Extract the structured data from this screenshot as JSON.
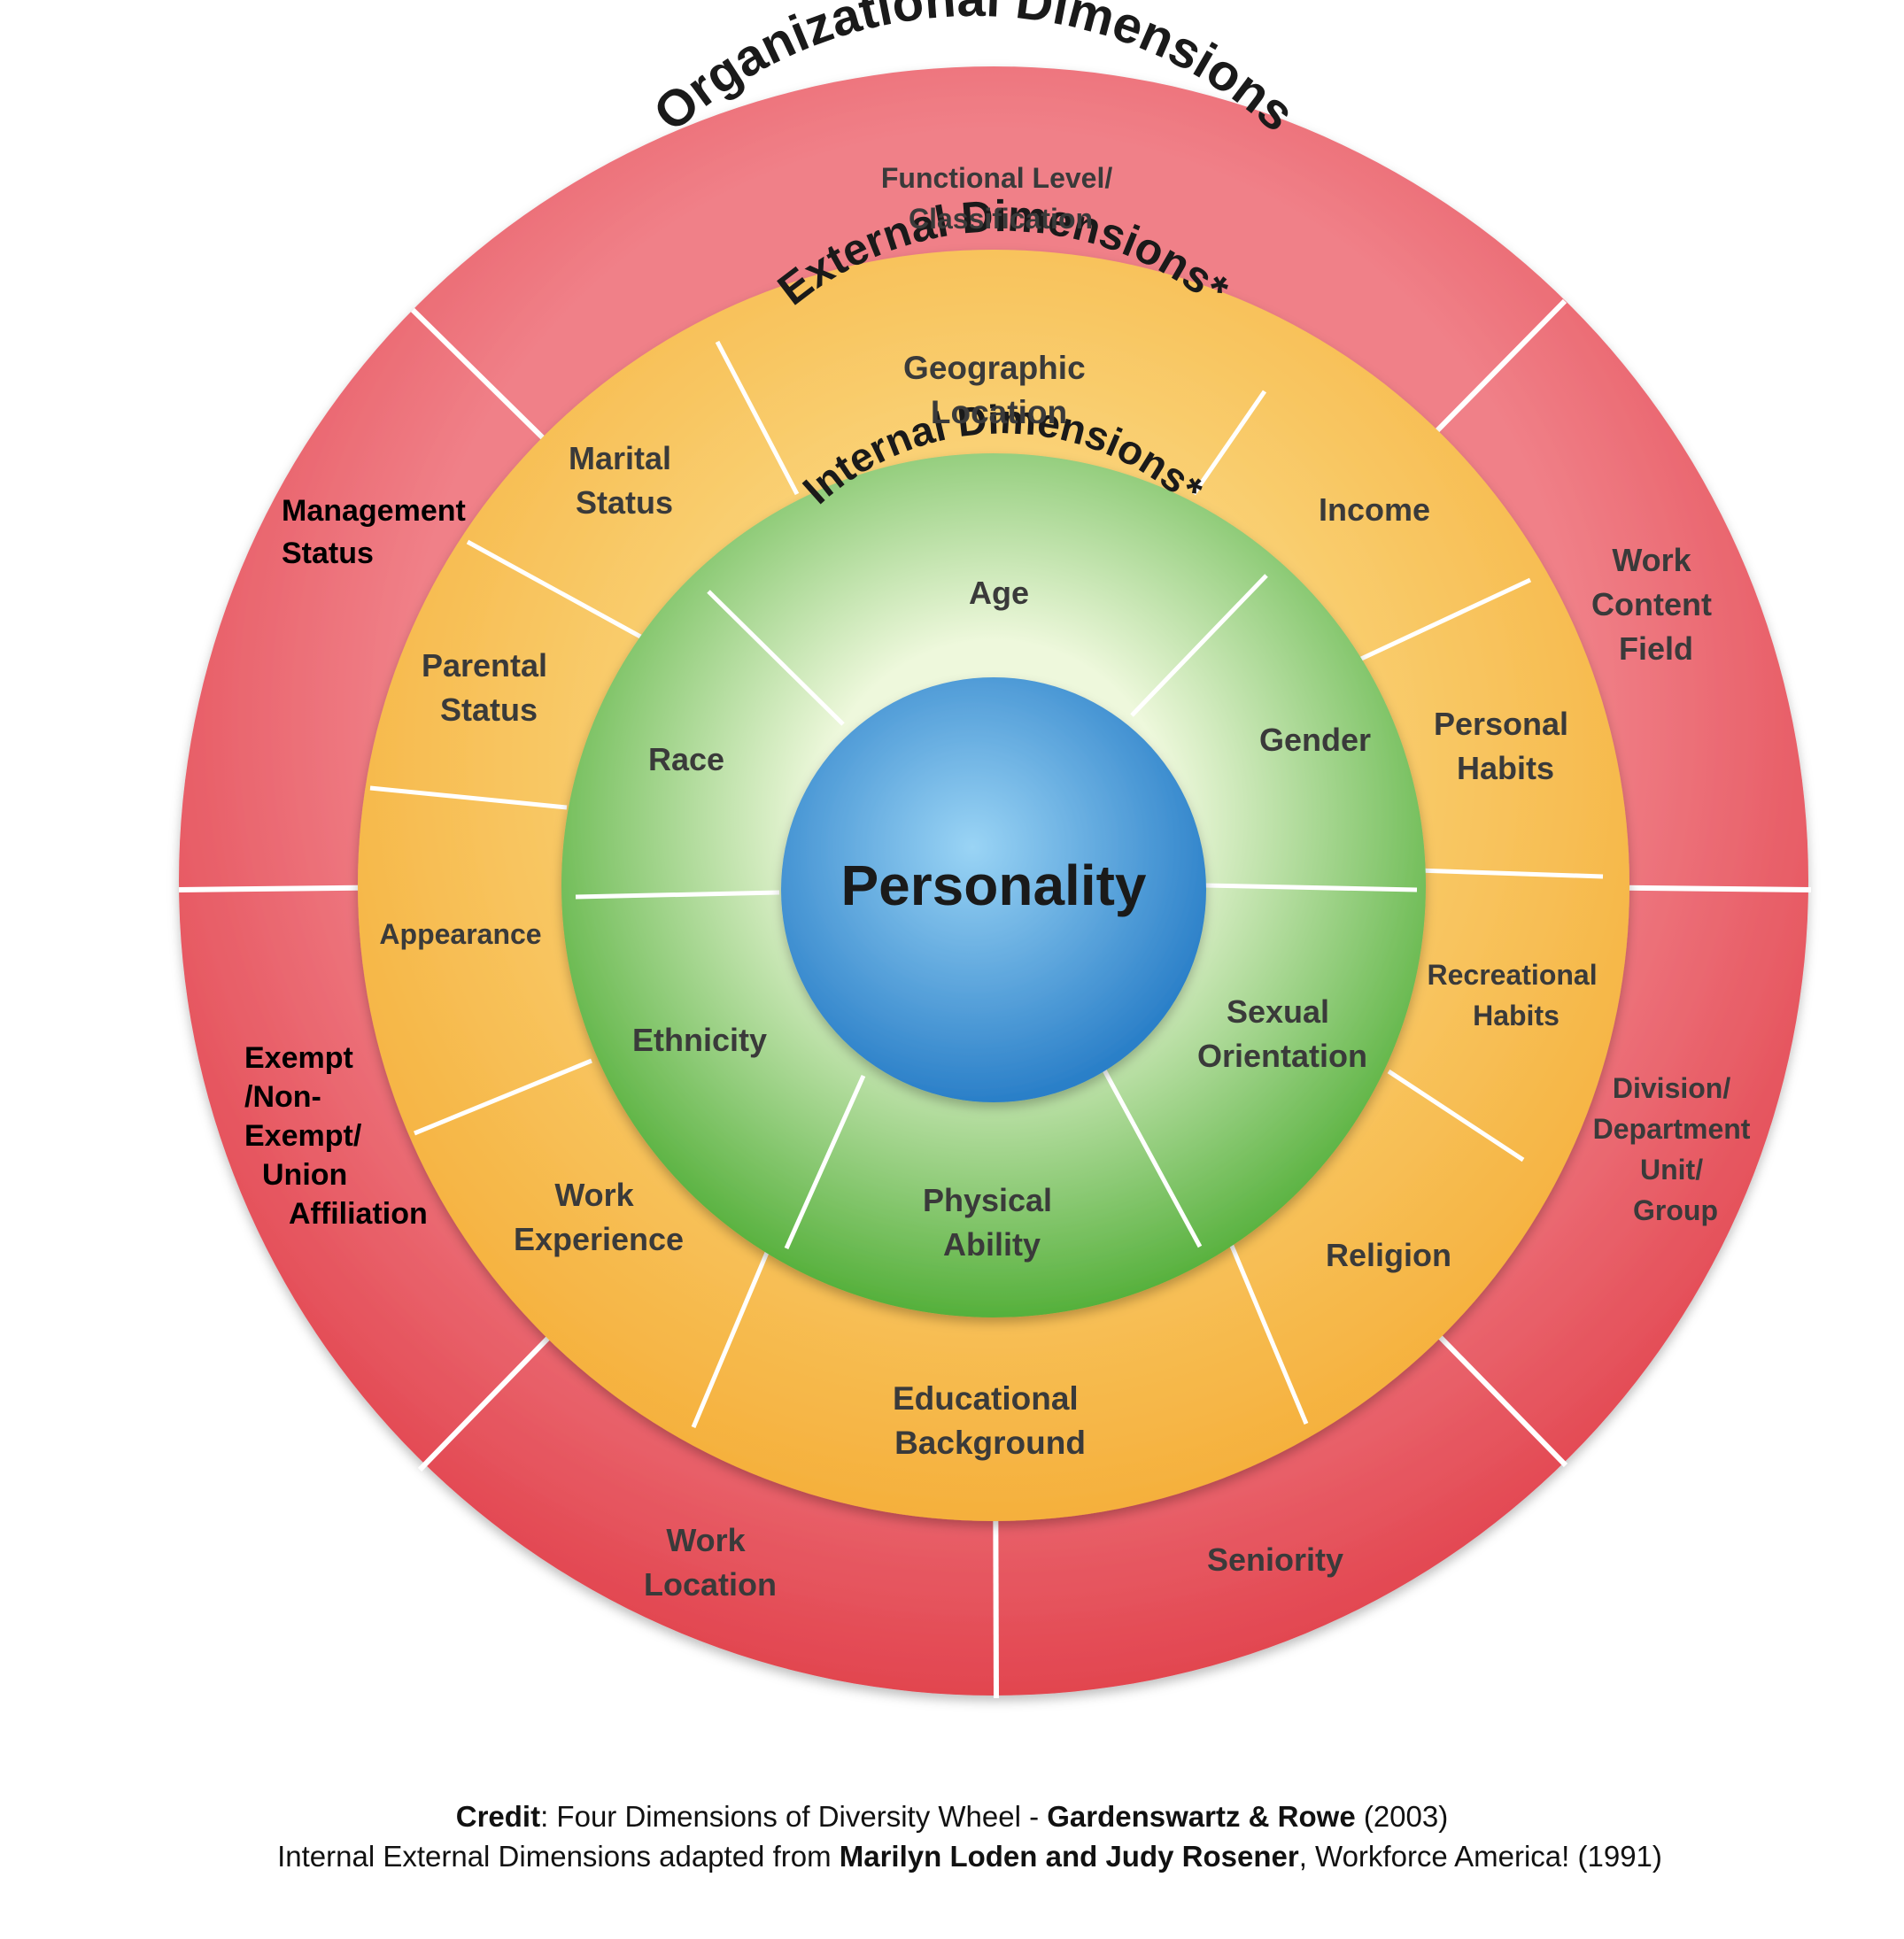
{
  "rings": {
    "organizational": {
      "title": "Organizational Dimensions",
      "items": {
        "functional": [
          "Functional Level/",
          "Classification"
        ],
        "work_content": [
          "Work",
          "Content",
          "Field"
        ],
        "division": [
          "Division/",
          "Department",
          "Unit/",
          "Group"
        ],
        "seniority": [
          "Seniority"
        ],
        "work_location": [
          "Work",
          "Location"
        ],
        "exempt": [
          "Exempt",
          "/Non-",
          "Exempt/",
          "Union",
          "Affiliation"
        ],
        "management": [
          "Management",
          "Status"
        ]
      }
    },
    "external": {
      "title": "External Dimensions*",
      "items": {
        "geographic": [
          "Geographic",
          "Location"
        ],
        "income": [
          "Income"
        ],
        "personal_habits": [
          "Personal",
          "Habits"
        ],
        "recreational": [
          "Recreational",
          "Habits"
        ],
        "religion": [
          "Religion"
        ],
        "educational": [
          "Educational",
          "Background"
        ],
        "work_experience": [
          "Work",
          "Experience"
        ],
        "appearance": [
          "Appearance"
        ],
        "parental": [
          "Parental",
          "Status"
        ],
        "marital": [
          "Marital",
          "Status"
        ]
      }
    },
    "internal": {
      "title": "Internal Dimensions*",
      "items": {
        "age": [
          "Age"
        ],
        "gender": [
          "Gender"
        ],
        "sexual_orientation": [
          "Sexual",
          "Orientation"
        ],
        "physical_ability": [
          "Physical",
          "Ability"
        ],
        "ethnicity": [
          "Ethnicity"
        ],
        "race": [
          "Race"
        ]
      }
    },
    "core": {
      "title": "Personality"
    }
  },
  "colors": {
    "red": "#e8555f",
    "red_light": "#f28a90",
    "orange": "#f5b342",
    "orange_light": "#fde79a",
    "green": "#5fb845",
    "green_light": "#e6f5cf",
    "blue": "#2f86cf",
    "blue_light": "#8fcdf2",
    "label_dark": "#333333",
    "label_black": "#000000"
  },
  "credit": {
    "line1_label": "Credit",
    "line1_text": ": Four Dimensions of Diversity Wheel - ",
    "line1_authors": "Gardenswartz & Rowe",
    "line1_year": " (2003)",
    "line2_text": "Internal External Dimensions adapted from ",
    "line2_authors": "Marilyn Loden and Judy Rosener",
    "line2_source": ", Workforce America! (1991)"
  }
}
